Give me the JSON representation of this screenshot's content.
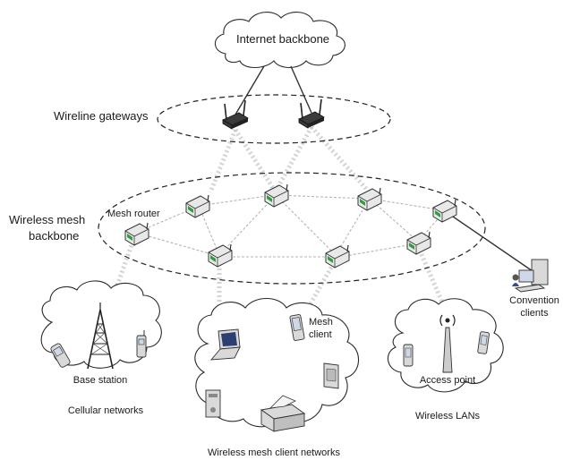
{
  "labels": {
    "internet_backbone": "Internet backbone",
    "wireline_gateways": "Wireline gateways",
    "wireless_mesh_backbone_line1": "Wireless mesh",
    "wireless_mesh_backbone_line2": "backbone",
    "mesh_router": "Mesh router",
    "mesh_client_line1": "Mesh",
    "mesh_client_line2": "client",
    "base_station": "Base station",
    "cellular_networks": "Cellular networks",
    "access_point": "Access point",
    "wireless_lans": "Wireless LANs",
    "convention_clients_line1": "Convention",
    "convention_clients_line2": "clients",
    "wireless_mesh_client_networks": "Wireless mesh client networks"
  },
  "icons": {
    "gateway": "wireless-router-icon",
    "mesh_router": "mesh-router-icon",
    "base_station": "cell-tower-icon",
    "access_point": "access-point-icon",
    "laptop": "laptop-icon",
    "pda": "pda-icon",
    "phone": "cell-phone-icon",
    "printer": "printer-icon",
    "desktop": "desktop-computer-icon"
  }
}
